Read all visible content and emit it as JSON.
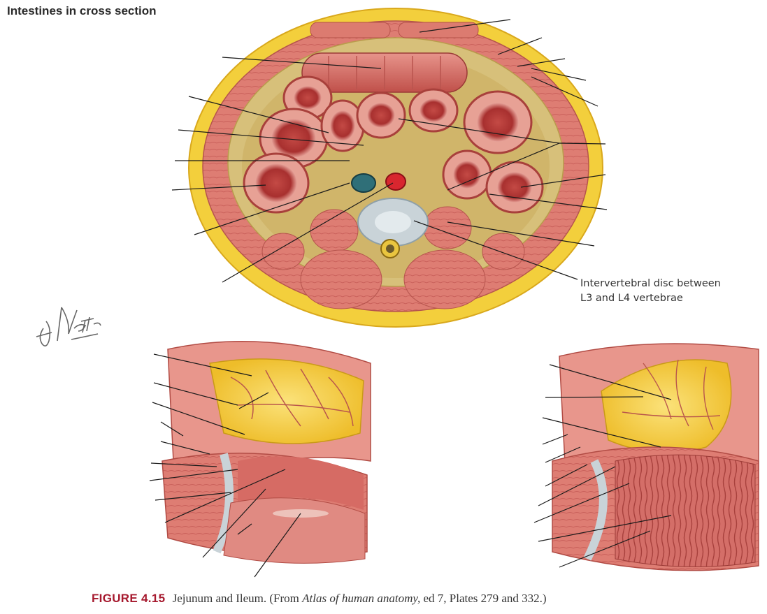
{
  "title": "Intestines in cross section",
  "labels": {
    "disc_line1": "Intervertebral disc between",
    "disc_line2": "L3 and L4 vertebrae"
  },
  "caption": {
    "figure_number": "FIGURE 4.15",
    "text_a": "Jejunum and Ileum. (From",
    "text_italic": "Atlas of human anatomy,",
    "text_b": "ed 7, Plates 279 and 332.)"
  },
  "colors": {
    "accent": "#a6192e",
    "muscle": "#d9736c",
    "fat": "#f2cf3a",
    "lumen": "#b83a3a",
    "disc": "#c9d3d8"
  },
  "icons": [
    "artist-signature-icon"
  ]
}
